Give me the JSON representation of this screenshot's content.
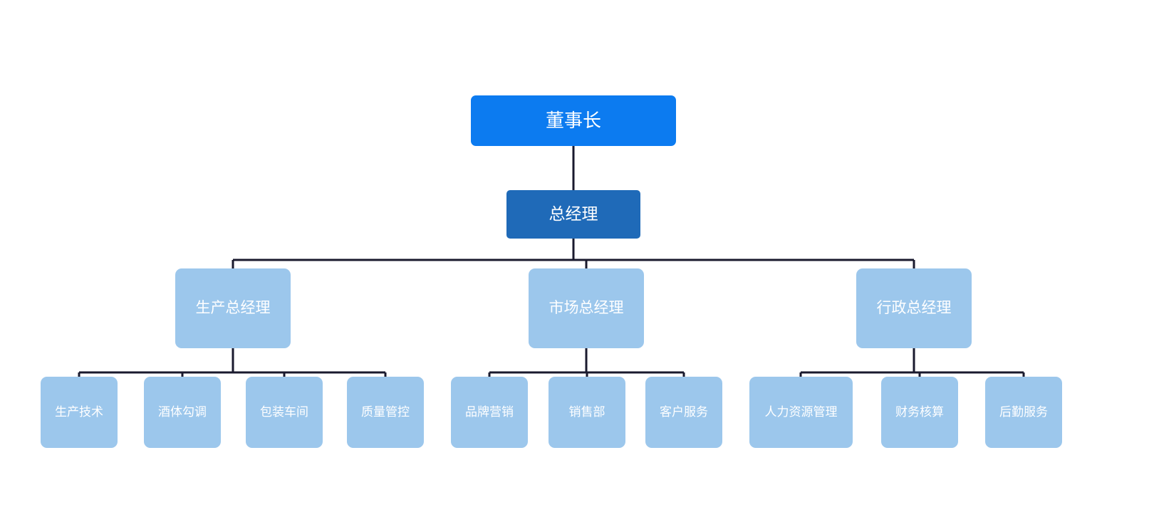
{
  "chart": {
    "type": "org-chart",
    "title": "",
    "background_color": "#ffffff",
    "line_color": "#1a1a2e",
    "colors": {
      "root": "#0c7bf0",
      "general_manager": "#1f6ab8",
      "department": "#9cc7ec",
      "leaf": "#9cc7ec",
      "text": "#ffffff"
    }
  },
  "nodes": {
    "root": {
      "label": "董事长",
      "level": 0
    },
    "general_manager": {
      "label": "总经理",
      "level": 1
    },
    "departments": [
      {
        "label": "生产总经理",
        "level": 2,
        "children": [
          {
            "label": "生产技术"
          },
          {
            "label": "酒体勾调"
          },
          {
            "label": "包装车间"
          },
          {
            "label": "质量管控"
          }
        ]
      },
      {
        "label": "市场总经理",
        "level": 2,
        "children": [
          {
            "label": "品牌营销"
          },
          {
            "label": "销售部"
          },
          {
            "label": "客户服务"
          }
        ]
      },
      {
        "label": "行政总经理",
        "level": 2,
        "children": [
          {
            "label": "人力资源管理"
          },
          {
            "label": "财务核算"
          },
          {
            "label": "后勤服务"
          }
        ]
      }
    ]
  }
}
